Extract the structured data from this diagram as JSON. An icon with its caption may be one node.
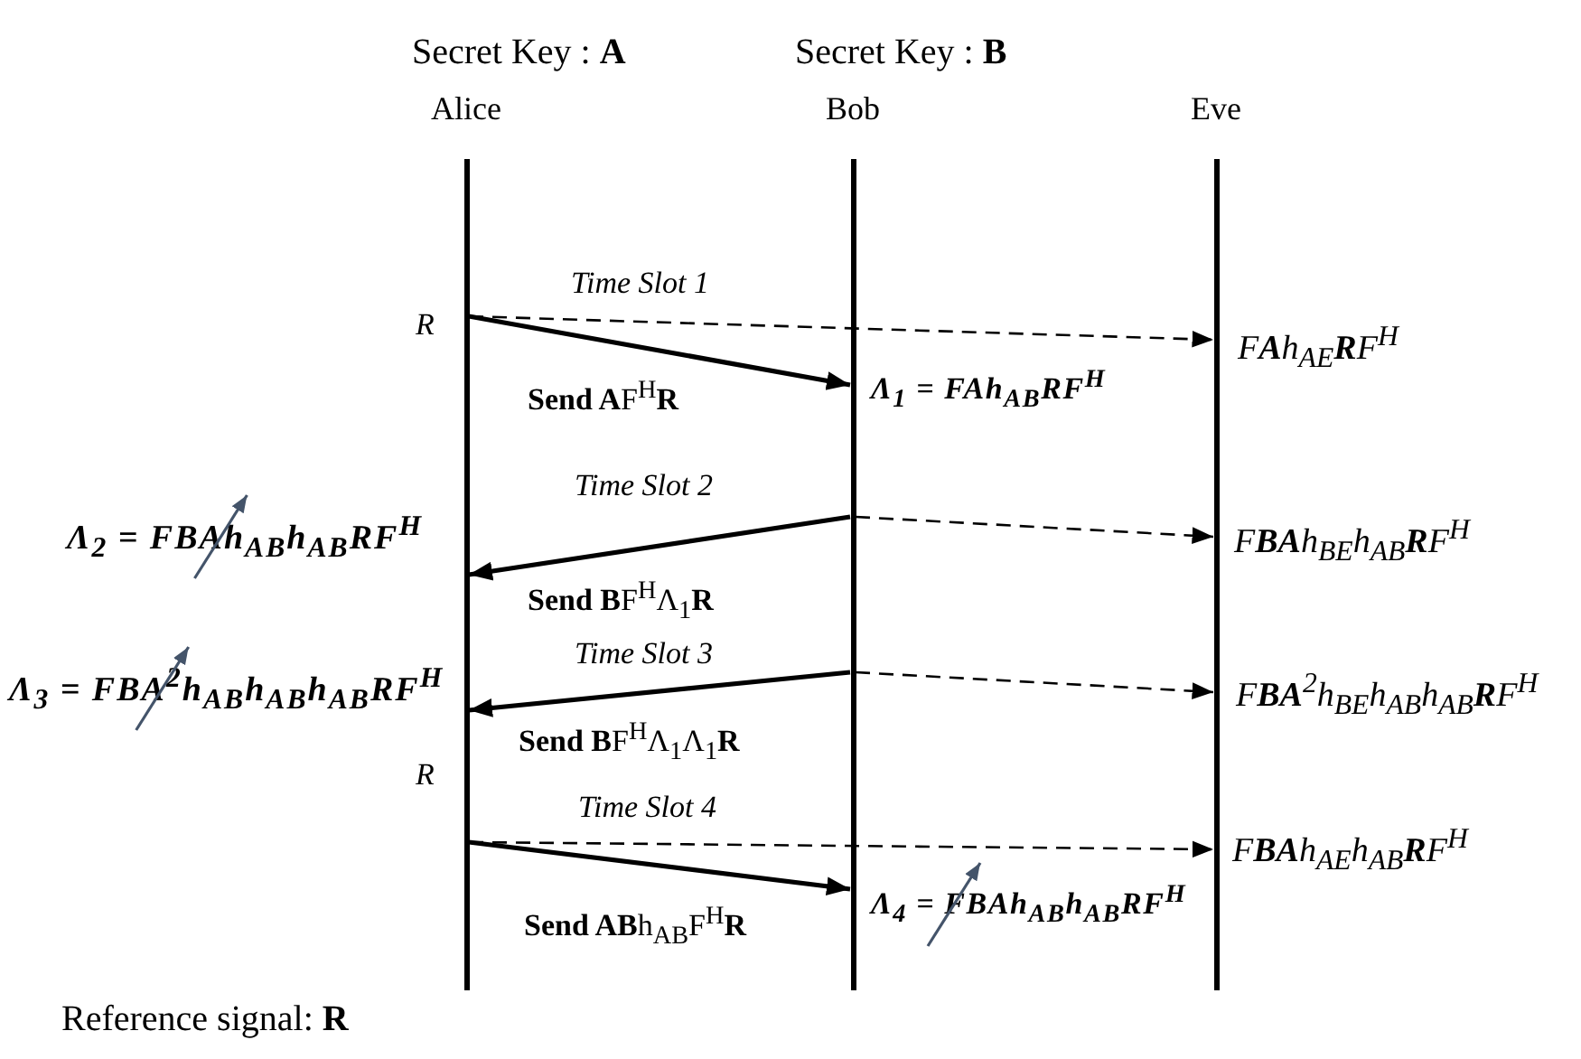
{
  "diagram": {
    "nodes": [
      {
        "text": [
          "Alice"
        ],
        "beside": [
          "Secret Key : **A**"
        ]
      },
      {
        "text": [
          "Bob"
        ],
        "beside": [
          "Secret Key : **B**"
        ]
      },
      {
        "text": [
          "Eve"
        ]
      }
    ],
    "edges": [
      {
        "from": 0,
        "to": 1,
        "arrow": "to",
        "label": "**Send A**F$^{H}$**R**"
      },
      {
        "from": 0,
        "to": 2,
        "arrow": "to",
        "style": "dashed"
      },
      {
        "from": 1,
        "to": 0,
        "arrow": "to",
        "label": "**Send B**F$^{H}$Λ$_{1}$**R**"
      },
      {
        "from": 1,
        "to": 2,
        "arrow": "to",
        "style": "dashed"
      },
      {
        "from": 1,
        "to": 0,
        "arrow": "to",
        "label": "**Send B**F$^{H}$Λ$_{1}$Λ$_{1}$**R**"
      },
      {
        "from": 1,
        "to": 2,
        "arrow": "to",
        "style": "dashed"
      },
      {
        "from": 0,
        "to": 1,
        "arrow": "to",
        "label": "**Send AB**h$_{AB}$F$^{H}$**R**"
      },
      {
        "from": 0,
        "to": 2,
        "arrow": "to",
        "style": "dashed"
      }
    ],
    "labels": [
      "Time Slot 1",
      "R",
      "Λ$_{1}$ = FAh$_{AB}$RF$^{H}$",
      "F**A**h$_{AE}$**R**F$^{H}$",
      "Time Slot 2",
      "Λ$_{2}$ = FBAh$_{AB}$h$_{AB}$RF$^{H}$",
      "F**BA**h$_{BE}$h$_{AB}$**R**F$^{H}$",
      "Time Slot 3",
      "Λ$_{3}$ = FBA$^{2}$h$_{AB}$h$_{AB}$h$_{AB}$RF$^{H}$",
      "F**BA**$^{2}$h$_{BE}$h$_{AB}$h$_{AB}$**R**F$^{H}$",
      "R",
      "Time Slot 4",
      "F**BA**h$_{AE}$h$_{AB}$**R**F$^{H}$",
      "Λ$_{4}$ = FBAh$_{AB}$h$_{AB}$RF$^{H}$",
      "Reference signal: **R**"
    ]
  }
}
